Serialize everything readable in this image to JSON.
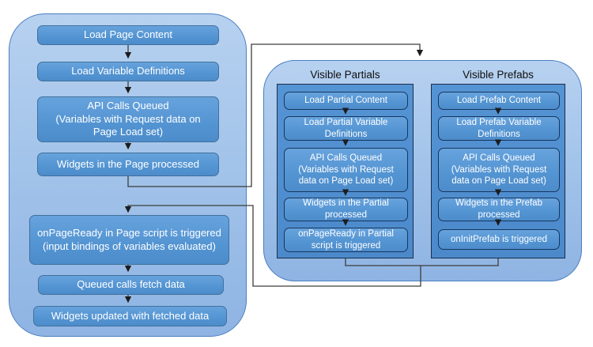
{
  "left_flow": {
    "boxes": [
      "Load Page Content",
      "Load Variable Definitions",
      "API Calls Queued\n(Variables with Request data on\nPage Load set)",
      "Widgets in the Page processed",
      "onPageReady in Page script is triggered\n(input bindings of variables evaluated)",
      "Queued calls fetch data",
      "Widgets updated with fetched data"
    ]
  },
  "partials": {
    "heading": "Visible Partials",
    "boxes": [
      "Load Partial Content",
      "Load Partial Variable\nDefinitions",
      "API Calls Queued\n(Variables with Request\ndata on Page Load set)",
      "Widgets in the Partial\nprocessed",
      "onPageReady in Partial\nscript  is triggered"
    ]
  },
  "prefabs": {
    "heading": "Visible Prefabs",
    "boxes": [
      "Load Prefab Content",
      "Load Prefab Variable\nDefinitions",
      "API Calls Queued\n(Variables with Request\ndata on Page Load set)",
      "Widgets in the Prefab\nprocessed",
      "onInitPrefab is triggered"
    ]
  },
  "colors": {
    "container_fill_top": "#b7d1f0",
    "container_fill_bottom": "#8fb4e3",
    "container_border": "#4a7ec0",
    "box_fill": "#5b9bd5",
    "box_border": "#41719c",
    "panel_fill": "#4f8ed0",
    "panel_border": "#1c2e4a",
    "panel_box_border": "#17375e",
    "connector_line": "#3d3d3d",
    "box_text": "#ffffff",
    "heading_text": "#0f0f0f"
  }
}
